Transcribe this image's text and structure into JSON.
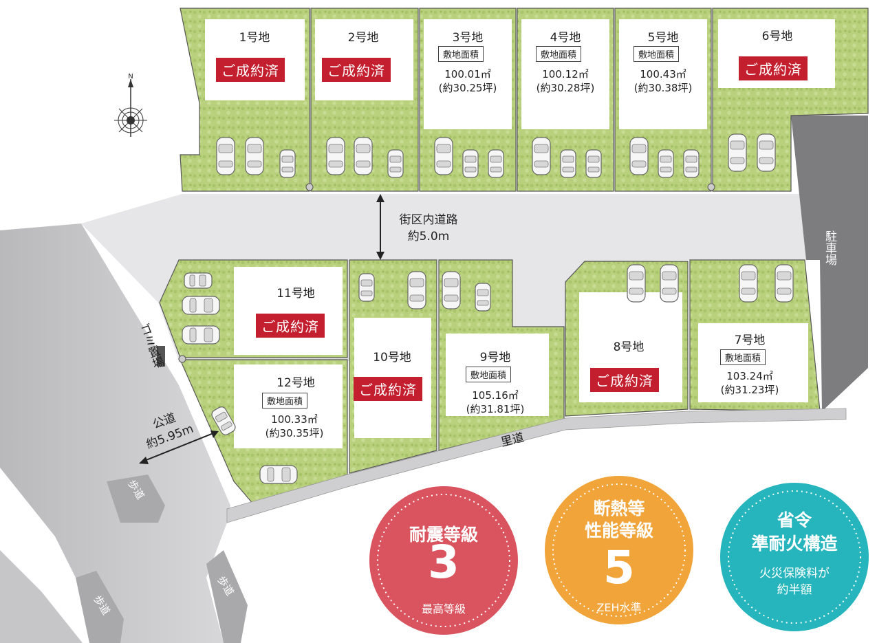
{
  "lots": [
    {
      "name": "1号地",
      "status": "ご成約済"
    },
    {
      "name": "2号地",
      "status": "ご成約済"
    },
    {
      "name": "3号地",
      "area_label": "敷地面積",
      "area": "100.01㎡",
      "tsubo": "(約30.25坪)"
    },
    {
      "name": "4号地",
      "area_label": "敷地面積",
      "area": "100.12㎡",
      "tsubo": "(約30.28坪)"
    },
    {
      "name": "5号地",
      "area_label": "敷地面積",
      "area": "100.43㎡",
      "tsubo": "(約30.38坪)"
    },
    {
      "name": "6号地",
      "status": "ご成約済"
    },
    {
      "name": "7号地",
      "area_label": "敷地面積",
      "area": "103.24㎡",
      "tsubo": "(約31.23坪)"
    },
    {
      "name": "8号地",
      "status": "ご成約済"
    },
    {
      "name": "9号地",
      "area_label": "敷地面積",
      "area": "105.16㎡",
      "tsubo": "(約31.81坪)"
    },
    {
      "name": "10号地",
      "status": "ご成約済"
    },
    {
      "name": "11号地",
      "status": "ご成約済"
    },
    {
      "name": "12号地",
      "area_label": "敷地面積",
      "area": "100.33㎡",
      "tsubo": "(約30.35坪)"
    }
  ],
  "roads": {
    "internal_name": "街区内道路",
    "internal_width": "約5.0m",
    "public_name": "公道",
    "public_width": "約5.95m",
    "sato": "里道",
    "parking": "駐車場",
    "garbage": "ゴミ置場",
    "sidewalk": "歩道"
  },
  "compass": {
    "north": "N"
  },
  "badges": [
    {
      "title": "耐震等級",
      "value": "3",
      "sub": "最高等級",
      "color": "#d9545f"
    },
    {
      "title_line1": "断熱等",
      "title_line2": "性能等級",
      "value": "5",
      "sub": "ZEH水準",
      "color": "#f0a43a"
    },
    {
      "title_line1": "省令",
      "title_line2": "準耐火構造",
      "sub_line1": "火災保険料が",
      "sub_line2": "約半額",
      "color": "#27b5bd"
    }
  ]
}
